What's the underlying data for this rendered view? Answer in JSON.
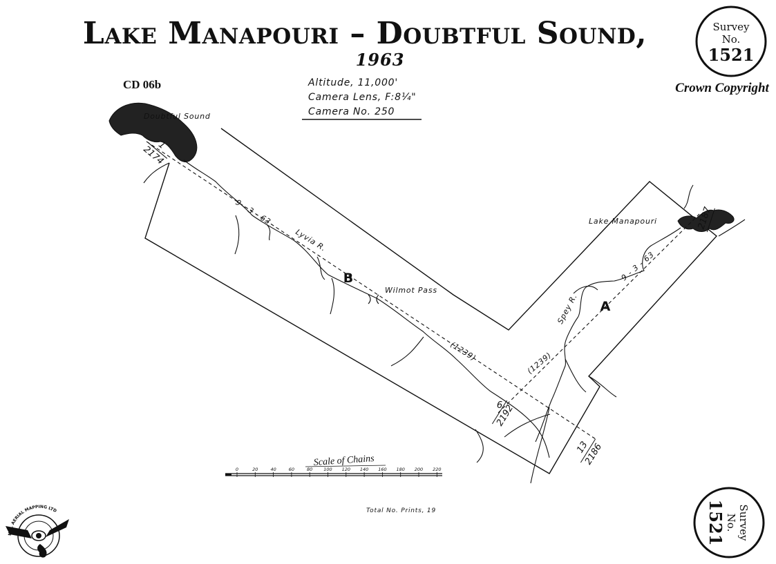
{
  "title": "Lake Manapouri – Doubtful Sound,",
  "year": "1963",
  "catalogue_code": "CD 06b",
  "copyright": "Crown Copyright",
  "flight_specs": [
    "Altitude, 11,000'",
    "Camera Lens, F:8¼\"",
    "Camera No. 250"
  ],
  "survey_seal": {
    "line1": "Survey",
    "line2": "No.",
    "number": "1521"
  },
  "place_labels": {
    "doubtful_sound": "Doubtful Sound",
    "lake_manapouri": "Lake Manapouri",
    "wilmot_pass": "Wilmot Pass",
    "lyvia_river": "Lyvia R.",
    "spey_river": "Spey R."
  },
  "runs": [
    {
      "letter": "B",
      "date": "9 - 3 - 63",
      "height": "(1239)"
    },
    {
      "letter": "A",
      "date": "9 - 3 - 63",
      "height": "(1239)"
    }
  ],
  "prints": [
    {
      "top": "1",
      "bottom": "2174"
    },
    {
      "top": "2187",
      "bottom": ""
    },
    {
      "top": "6",
      "bottom": "2192"
    },
    {
      "top": "13",
      "bottom": "2186"
    }
  ],
  "scale": {
    "title": "Scale of Chains",
    "ticks": [
      "0",
      "20",
      "40",
      "60",
      "80",
      "100",
      "120",
      "140",
      "160",
      "180",
      "200",
      "220"
    ]
  },
  "total_prints": "Total No. Prints,  19",
  "logo": {
    "text": "N.Z. AERIAL MAPPING LTD",
    "icon": "aerial-mapping-emblem-icon"
  },
  "colors": {
    "ink": "#111111",
    "water": "#222222",
    "paper": "#ffffff"
  }
}
